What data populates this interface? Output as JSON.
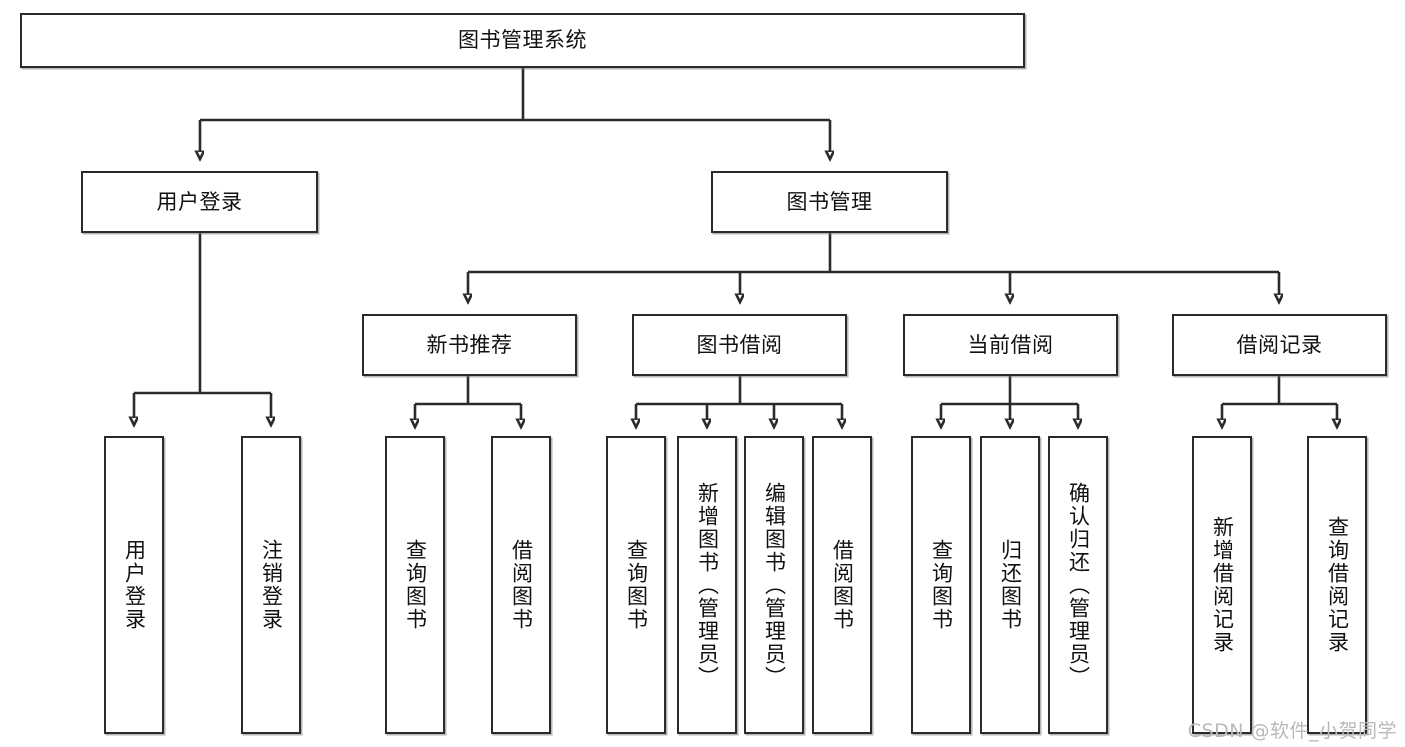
{
  "diagram": {
    "type": "tree",
    "title": "图书管理系统",
    "watermark": "CSDN @软件_小贺同学",
    "colors": {
      "box_border": "#2b2b2b",
      "box_fill": "#ffffff",
      "connector": "#2b2b2b",
      "text": "#111111",
      "watermark": "#b9b9b9"
    },
    "nodes": {
      "root": {
        "label": "图书管理系统",
        "orientation": "horizontal"
      },
      "level2": [
        {
          "id": "user-login",
          "label": "用户登录",
          "orientation": "horizontal"
        },
        {
          "id": "book-manage",
          "label": "图书管理",
          "orientation": "horizontal"
        }
      ],
      "level3": [
        {
          "id": "new-book-rec",
          "label": "新书推荐",
          "orientation": "horizontal"
        },
        {
          "id": "book-borrow",
          "label": "图书借阅",
          "orientation": "horizontal"
        },
        {
          "id": "current-borrow",
          "label": "当前借阅",
          "orientation": "horizontal"
        },
        {
          "id": "borrow-record",
          "label": "借阅记录",
          "orientation": "horizontal"
        }
      ],
      "leaves": [
        {
          "id": "leaf-user-login",
          "parent": "user-login",
          "label": "用户登录",
          "orientation": "vertical"
        },
        {
          "id": "leaf-logout",
          "parent": "user-login",
          "label": "注销登录",
          "orientation": "vertical"
        },
        {
          "id": "leaf-query-book-1",
          "parent": "new-book-rec",
          "label": "查询图书",
          "orientation": "vertical"
        },
        {
          "id": "leaf-borrow-book-1",
          "parent": "new-book-rec",
          "label": "借阅图书",
          "orientation": "vertical"
        },
        {
          "id": "leaf-query-book-2",
          "parent": "book-borrow",
          "label": "查询图书",
          "orientation": "vertical"
        },
        {
          "id": "leaf-add-book",
          "parent": "book-borrow",
          "label": "新增图书（管理员）",
          "orientation": "vertical"
        },
        {
          "id": "leaf-edit-book",
          "parent": "book-borrow",
          "label": "编辑图书（管理员）",
          "orientation": "vertical"
        },
        {
          "id": "leaf-borrow-book-2",
          "parent": "book-borrow",
          "label": "借阅图书",
          "orientation": "vertical"
        },
        {
          "id": "leaf-query-book-3",
          "parent": "current-borrow",
          "label": "查询图书",
          "orientation": "vertical"
        },
        {
          "id": "leaf-return-book",
          "parent": "current-borrow",
          "label": "归还图书",
          "orientation": "vertical"
        },
        {
          "id": "leaf-confirm-return",
          "parent": "current-borrow",
          "label": "确认归还（管理员）",
          "orientation": "vertical"
        },
        {
          "id": "leaf-add-record",
          "parent": "borrow-record",
          "label": "新增借阅记录",
          "orientation": "vertical"
        },
        {
          "id": "leaf-query-record",
          "parent": "borrow-record",
          "label": "查询借阅记录",
          "orientation": "vertical"
        }
      ]
    }
  }
}
